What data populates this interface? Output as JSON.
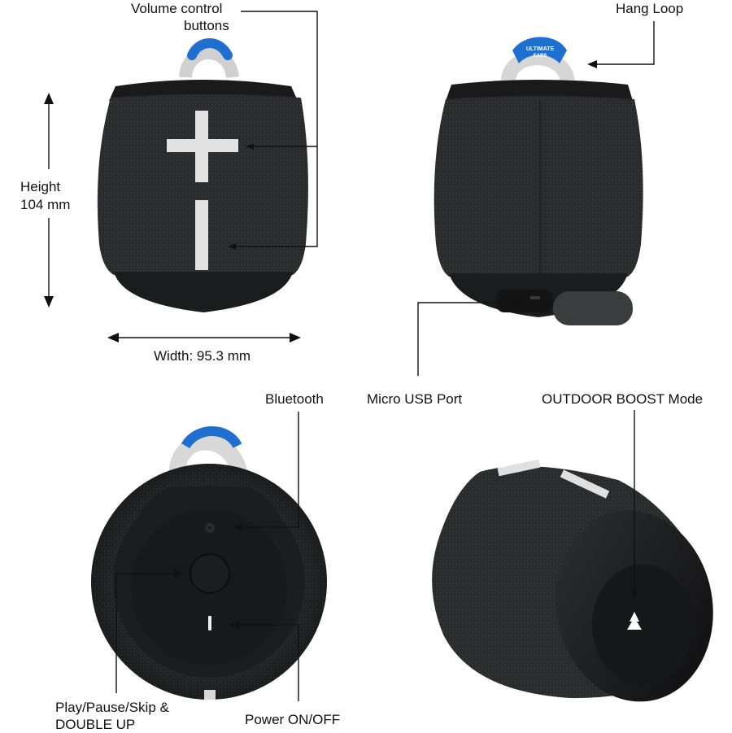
{
  "figure": {
    "subject": "Portable Bluetooth speaker",
    "brand_mark": "ULTIMATE EARS",
    "colors": {
      "body": "#1c1d1f",
      "fabric": "#2a2b2d",
      "accent_blue": "#1f6fd0",
      "loop_grey": "#d8d8d8",
      "buttons": "#e4e4e4",
      "text": "#111111"
    }
  },
  "labels": {
    "volume": [
      "Volume control",
      "buttons"
    ],
    "hang_loop": "Hang Loop",
    "height": [
      "Height",
      "104 mm"
    ],
    "width": "Width: 95.3 mm",
    "micro_usb": "Micro USB Port",
    "outdoor_boost": "OUTDOOR BOOST Mode",
    "bluetooth": "Bluetooth",
    "play_pause": [
      "Play/Pause/Skip &",
      "DOUBLE UP"
    ],
    "power": "Power ON/OFF"
  },
  "dimensions": {
    "height_mm": 104,
    "width_mm": 95.3
  },
  "views": [
    "front",
    "back",
    "top",
    "angled-bottom"
  ]
}
